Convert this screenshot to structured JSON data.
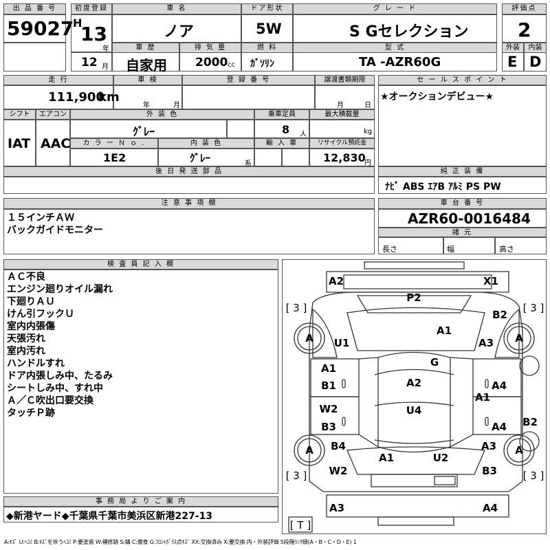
{
  "headers": {
    "lot_no": "出 品 番 号",
    "first_reg": "初度登録",
    "car_name": "車 名",
    "door": "ドア形状",
    "grade": "グ レ ー ド",
    "score": "評価点",
    "history": "車 歴",
    "displacement": "排 気 量",
    "fuel": "燃 料",
    "model": "型 式",
    "exterior": "外装",
    "interior": "内装",
    "mileage": "走 行",
    "inspection": "車 検",
    "reg_no": "登 録 番 号",
    "transfer_deadline": "譲渡書類期限",
    "sales_point": "セ ー ル ス ポ イ ン ト",
    "shift": "シフト",
    "aircon": "エアコン",
    "ext_color": "外 装 色",
    "capacity": "乗車定員",
    "max_load": "最大積載量",
    "color_no": "カ ラ ー Ｎ ｏ .",
    "int_color": "内 装 色",
    "import": "輸 入 車",
    "recycle": "リサイクル預託金",
    "later_parts": "後 日 発 送 部 品",
    "genuine_equip": "純 正 装 備",
    "notes": "注 意 事 項 欄",
    "chassis_no": "車 台 番 号",
    "specs": "諸 元",
    "inspector": "検 査 員 記 入 欄",
    "office": "事 務 局 よ り ご 案 内"
  },
  "lot_no": "59027",
  "era": "H",
  "year": "13",
  "year_unit": "年",
  "month": "12",
  "month_unit": "月",
  "car_name": "ノア",
  "door": "5W",
  "grade": "S Gセレクション",
  "score": "2",
  "history": "自家用",
  "displacement": "2000",
  "displacement_unit": "cc",
  "fuel": "ｶﾞｿﾘﾝ",
  "model": "TA -AZR60G",
  "exterior_grade": "E",
  "interior_grade": "D",
  "mileage": "111,900",
  "mileage_unit": "km",
  "insp_year_unit": "年",
  "insp_month_unit": "月",
  "deadline_month_unit": "月",
  "deadline_day_unit": "日",
  "sales_point_text": "★オークションデビュー★",
  "shift": "IAT",
  "aircon": "AAC",
  "ext_color": "ｸﾞﾚｰ",
  "capacity": "8",
  "capacity_unit": "人",
  "max_load_unit": "kg",
  "color_no": "1E2",
  "int_color": "ｸﾞﾚｰ",
  "int_color_unit": "系",
  "recycle": "12,830",
  "recycle_unit": "円",
  "genuine_equip": "ﾅﾋﾞ  ABS  ｴｱB  ｱﾙﾐ  PS  PW",
  "notes_lines": [
    "１５インチＡＷ",
    "バックガイドモニター"
  ],
  "chassis_no": "AZR60-0016484",
  "length_label": "長さ",
  "width_label": "幅",
  "height_label": "高さ",
  "inspector_lines": [
    "ＡＣ不良",
    "エンジン廻りオイル漏れ",
    "下廻りＡＵ",
    "けん引フックＵ",
    "室内内張傷",
    "天張汚れ",
    "室内汚れ",
    "ハンドルすれ",
    "ドア内張しみ中、たるみ",
    "シートしみ中、すれ中",
    "Ａ／Ｃ吹出口要交換",
    "タッチＰ跡"
  ],
  "diagram": {
    "labels": [
      {
        "id": "front-left",
        "text": "A2"
      },
      {
        "id": "front-right",
        "text": "X1"
      },
      {
        "id": "windshield",
        "text": "P2"
      },
      {
        "id": "right-front-fender",
        "text": "B2"
      },
      {
        "id": "hood",
        "text": "A1"
      },
      {
        "id": "left-front-fender",
        "text": "U1"
      },
      {
        "id": "right-front-fender-2",
        "text": "A3"
      },
      {
        "id": "roof-glass",
        "text": "G"
      },
      {
        "id": "left-front-door-1",
        "text": "A1"
      },
      {
        "id": "left-front-door-2",
        "text": "B1"
      },
      {
        "id": "roof",
        "text": "A2"
      },
      {
        "id": "right-front-door",
        "text": "A4"
      },
      {
        "id": "right-pillar",
        "text": "A1"
      },
      {
        "id": "left-rear-door-1",
        "text": "W2"
      },
      {
        "id": "left-rear-door-2",
        "text": "B3"
      },
      {
        "id": "rear-roof",
        "text": "U4"
      },
      {
        "id": "right-rear-door",
        "text": "A4"
      },
      {
        "id": "right-edge",
        "text": "B2"
      },
      {
        "id": "left-rear-fender",
        "text": "B4"
      },
      {
        "id": "right-rear-fender",
        "text": "A3"
      },
      {
        "id": "back-door-left",
        "text": "A1"
      },
      {
        "id": "back-door-right",
        "text": "U2"
      },
      {
        "id": "left-rear-lower",
        "text": "W2"
      },
      {
        "id": "right-rear-lower",
        "text": "B3"
      },
      {
        "id": "rear-left",
        "text": "A3"
      },
      {
        "id": "rear-right",
        "text": "A4"
      }
    ],
    "tires": [
      {
        "id": "left-front-tire",
        "text": "A",
        "score": "[ 3 ]"
      },
      {
        "id": "right-front-tire",
        "text": "A",
        "score": "[ 3 ]"
      },
      {
        "id": "left-rear-tire",
        "text": "A",
        "score": "[ 3 ]"
      },
      {
        "id": "right-rear-tire",
        "text": "A",
        "score": "[ 3 ]"
      }
    ],
    "spare": "[ T ]"
  },
  "office_text": "◆新港ヤード◆千葉県千葉市美浜区新港227-13",
  "legend": "A:ｷｽﾞ  U:ﾍｺﾐ  B:ｷｽﾞを伴うﾍｺﾐ  P:要塗装  W:補修跡  S:錆  C:腐食  G:ﾌﾛﾝﾄｶﾞﾗｽ点ｷｽﾞ  XX:交換済み  X:要交換   内・外装評価  5段階ﾗﾝｸ順(A・B・C・D・E)  1"
}
